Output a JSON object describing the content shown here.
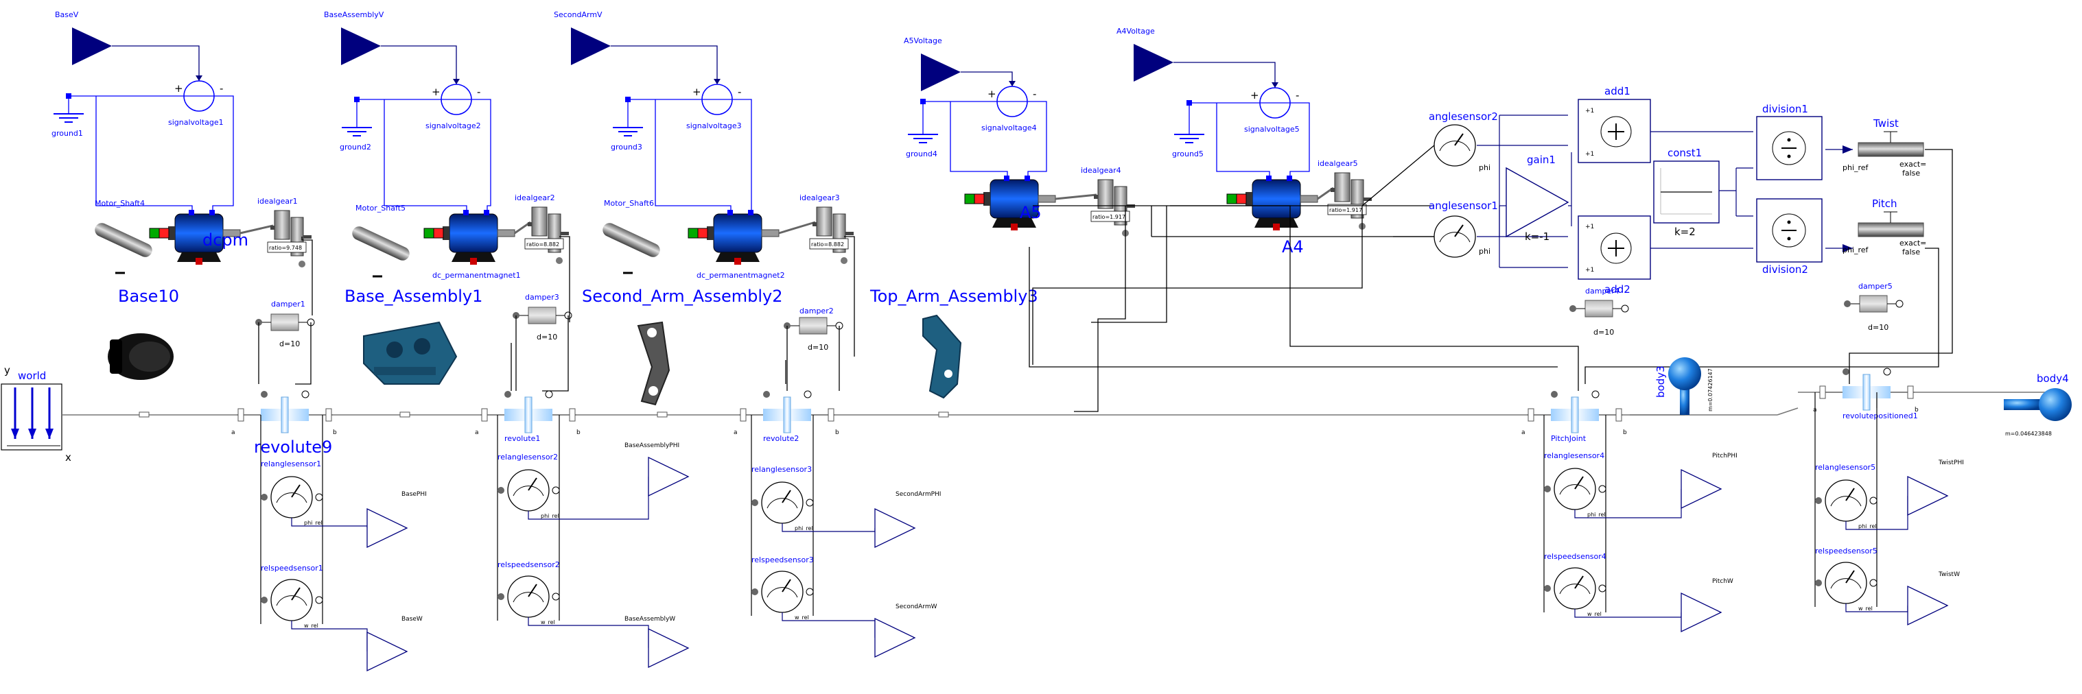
{
  "diagram": {
    "voltage_sources": [
      {
        "source": "BaseV",
        "signal": "signalvoltage1",
        "ground": "ground1"
      },
      {
        "source": "BaseAssemblyV",
        "signal": "signalvoltage2",
        "ground": "ground2"
      },
      {
        "source": "SecondArmV",
        "signal": "signalvoltage3",
        "ground": "ground3"
      },
      {
        "source": "A5Voltage",
        "signal": "signalvoltage4",
        "ground": "ground4"
      },
      {
        "source": "A4Voltage",
        "signal": "signalvoltage5",
        "ground": "ground5"
      }
    ],
    "motors": [
      {
        "shaft": "Motor_Shaft4",
        "name": "dcpm"
      },
      {
        "shaft": "Motor_Shaft5",
        "name": "dc_permanentmagnet1"
      },
      {
        "shaft": "Motor_Shaft6",
        "name": "dc_permanentmagnet2"
      },
      {
        "shaft": "",
        "name": "A5"
      },
      {
        "shaft": "",
        "name": "A4"
      }
    ],
    "gears": [
      {
        "name": "idealgear1",
        "ratio": "ratio=9.748"
      },
      {
        "name": "idealgear2",
        "ratio": "ratio=8.882"
      },
      {
        "name": "idealgear3",
        "ratio": "ratio=8.882"
      },
      {
        "name": "idealgear4",
        "ratio": "ratio=1.917"
      },
      {
        "name": "idealgear5",
        "ratio": "ratio=1.917"
      }
    ],
    "dampers": [
      {
        "name": "damper1",
        "d": "d=10"
      },
      {
        "name": "damper3",
        "d": "d=10"
      },
      {
        "name": "damper2",
        "d": "d=10"
      },
      {
        "name": "damper4",
        "d": "d=10"
      },
      {
        "name": "damper5",
        "d": "d=10"
      }
    ],
    "assemblies": [
      "Base10",
      "Base_Assembly1",
      "Second_Arm_Assembly2",
      "Top_Arm_Assembly3"
    ],
    "world": {
      "name": "world",
      "axis_x": "x",
      "axis_y": "y"
    },
    "joints": [
      {
        "name": "revolute9",
        "a": "a",
        "b": "b"
      },
      {
        "name": "revolute1",
        "a": "a",
        "b": "b"
      },
      {
        "name": "revolute2",
        "a": "a",
        "b": "b"
      },
      {
        "name": "PitchJoint",
        "a": "a",
        "b": "b"
      },
      {
        "name": "revolutepositioned1",
        "a": "a",
        "b": "b"
      }
    ],
    "rel_angle_sensors": [
      "relanglesensor1",
      "relanglesensor2",
      "relanglesensor3",
      "relanglesensor4",
      "relanglesensor5"
    ],
    "rel_speed_sensors": [
      "relspeedsensor1",
      "relspeedsensor2",
      "relspeedsensor3",
      "relspeedsensor4",
      "relspeedsensor5"
    ],
    "port_phi": "phi_rel",
    "port_w": "w_rel",
    "outputs_phi": [
      "BasePHI",
      "BaseAssemblyPHI",
      "SecondArmPHI",
      "PitchPHI",
      "TwistPHI"
    ],
    "outputs_w": [
      "BaseW",
      "BaseAssemblyW",
      "SecondArmW",
      "PitchW",
      "TwistW"
    ],
    "angle_sensors": [
      {
        "name": "anglesensor2",
        "out": "phi"
      },
      {
        "name": "anglesensor1",
        "out": "phi"
      }
    ],
    "gain": {
      "name": "gain1",
      "k": "k=-1"
    },
    "adders": [
      {
        "name": "add1",
        "in1": "+1",
        "in2": "+1"
      },
      {
        "name": "add2",
        "in1": "+1",
        "in2": "+1"
      }
    ],
    "const": {
      "name": "const1",
      "k": "k=2"
    },
    "divisions": [
      "division1",
      "division2"
    ],
    "actuators": [
      {
        "name": "Twist",
        "ref": "phi_ref",
        "exact": "exact=",
        "exact_val": "false"
      },
      {
        "name": "Pitch",
        "ref": "phi_ref",
        "exact": "exact=",
        "exact_val": "false"
      }
    ],
    "bodies": [
      {
        "name": "body3",
        "mass": "m=0.07426147"
      },
      {
        "name": "body4",
        "mass": "m=0.046423848"
      }
    ]
  },
  "colors": {
    "label": "#0000ff",
    "signal": "#00007e",
    "electric": "#0000ff",
    "mech": "#000000"
  }
}
